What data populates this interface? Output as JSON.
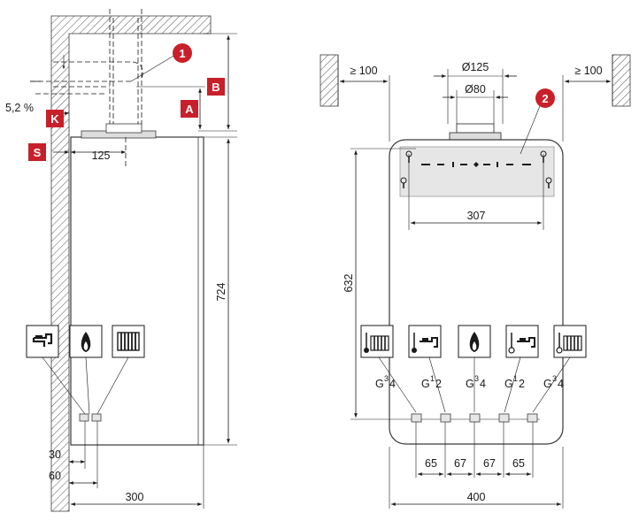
{
  "left_view": {
    "letters": {
      "a": "A",
      "b": "B",
      "k": "K",
      "s": "S"
    },
    "callout_1": "1",
    "slope": "5,2 %",
    "dims": {
      "flue_offset": "125",
      "height": "724",
      "d30": "30",
      "d60": "60",
      "depth": "300"
    }
  },
  "right_view": {
    "callout_2": "2",
    "clearance_left": "≥ 100",
    "clearance_right": "≥ 100",
    "dia_outer": "Ø125",
    "dia_inner": "Ø80",
    "bracket_width": "307",
    "height": "632",
    "spacings": [
      "65",
      "67",
      "67",
      "65"
    ],
    "width": "400",
    "connections": [
      {
        "icon": "heating-flow-icon",
        "size_base": "G",
        "size_num": "3",
        "size_den": "4"
      },
      {
        "icon": "hot-water-icon",
        "size_base": "G",
        "size_num": "1",
        "size_den": "2"
      },
      {
        "icon": "gas-icon",
        "size_base": "G",
        "size_num": "3",
        "size_den": "4"
      },
      {
        "icon": "cold-water-icon",
        "size_base": "G",
        "size_num": "1",
        "size_den": "2"
      },
      {
        "icon": "heating-return-icon",
        "size_base": "G",
        "size_num": "3",
        "size_den": "4"
      }
    ]
  },
  "colors": {
    "red": "#c8202a",
    "ink": "#1a1a1a",
    "panel": "#e6e6e6"
  }
}
